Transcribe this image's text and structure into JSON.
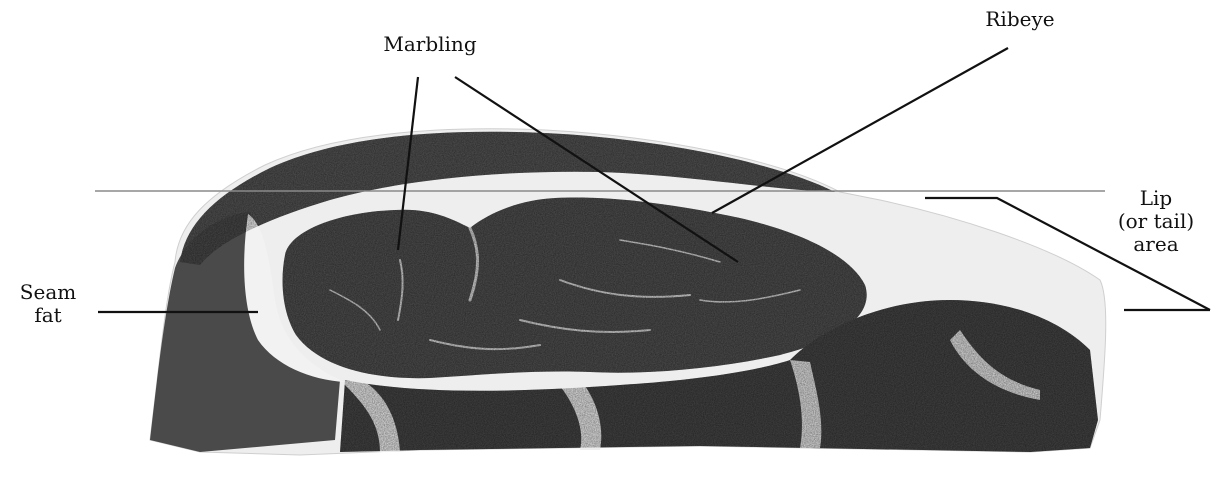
{
  "labels": {
    "marbling": "Marbling",
    "ribeye": "Ribeye",
    "lip": [
      "Lip",
      "(or tail)",
      "area"
    ],
    "seam": [
      "Seam",
      "fat"
    ]
  },
  "colors": {
    "lean": "#4f4f4f",
    "lean_dark": "#3a3a3a",
    "fat": "#eeeeee",
    "line": "#111111",
    "background": "#ffffff"
  }
}
